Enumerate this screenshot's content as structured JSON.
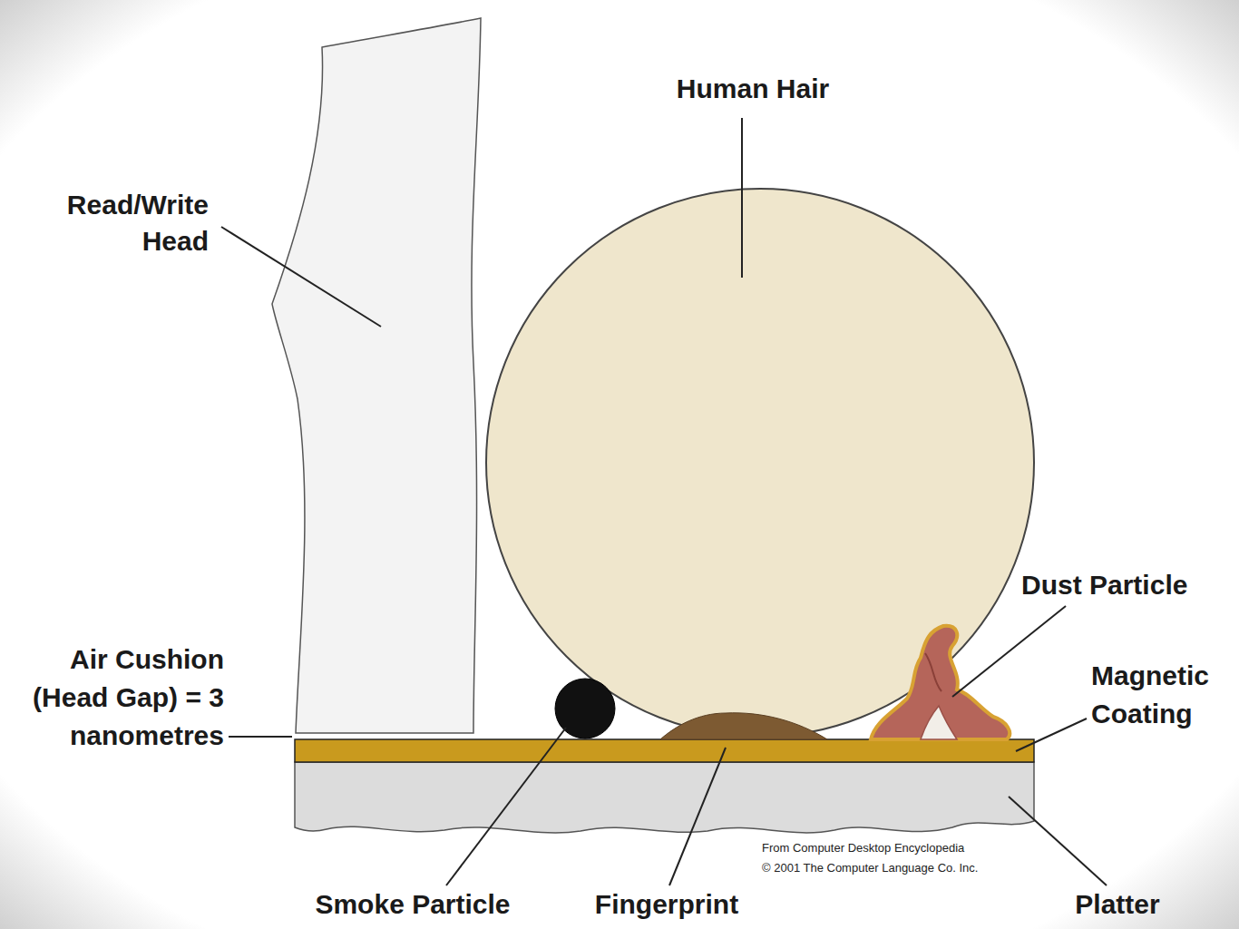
{
  "diagram": {
    "labels": [
      "Human Hair",
      "Read/Write Head",
      "Dust Particle",
      "Magnetic Coating",
      "Air Cushion (Head Gap) = 3 nanometres",
      "Smoke Particle",
      "Fingerprint",
      "Platter",
      "From Computer Desktop Encyclopedia",
      "© 2001 The Computer Language Co. Inc."
    ]
  }
}
